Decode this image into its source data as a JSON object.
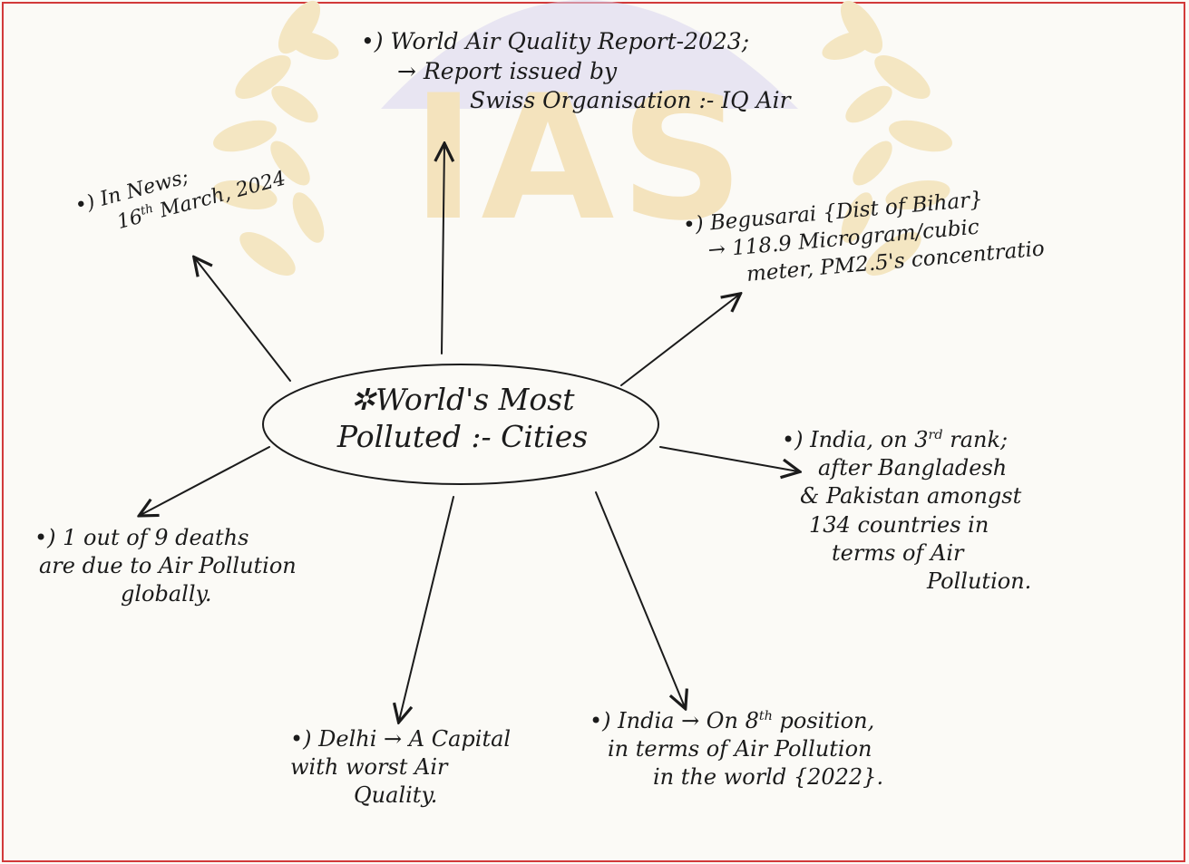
{
  "center": {
    "line1": "✲World's Most",
    "line2": "Polluted :- Cities"
  },
  "notes": {
    "report": {
      "line1": "•) World Air Quality Report-2023;",
      "line2": "→ Report issued by",
      "line3": "Swiss Organisation :- IQ Air"
    },
    "news": {
      "line1": "•) In News;",
      "line2_pre": "16",
      "line2_sup": "th",
      "line2_post": " March, 2024"
    },
    "begusarai": {
      "line1": "•) Begusarai {Dist of Bihar}",
      "line2": "→ 118.9 Microgram/cubic",
      "line3": "meter, PM2.5's concentratio"
    },
    "india_rank": {
      "line1_pre": "•) India, on 3",
      "line1_sup": "rd",
      "line1_post": " rank;",
      "line2": "after Bangladesh",
      "line3": "& Pakistan amongst",
      "line4": "134 countries in",
      "line5": "terms of Air",
      "line6": "Pollution."
    },
    "deaths": {
      "line1": "•) 1 out of 9 deaths",
      "line2": "are due to Air Pollution",
      "line3": "globally."
    },
    "delhi": {
      "line1": "•) Delhi → A Capital",
      "line2": "with worst Air",
      "line3": "Quality."
    },
    "india_position": {
      "line1_pre": "•) India → On 8",
      "line1_sup": "th",
      "line1_post": " position,",
      "line2": "in terms of Air Pollution",
      "line3": "in the world {2022}."
    }
  },
  "watermark": {
    "text": "IAS"
  },
  "colors": {
    "ink": "#1b1b1b",
    "frame": "#d23a3a",
    "watermark": "#f3e3bc",
    "paper": "#fbfaf6"
  }
}
